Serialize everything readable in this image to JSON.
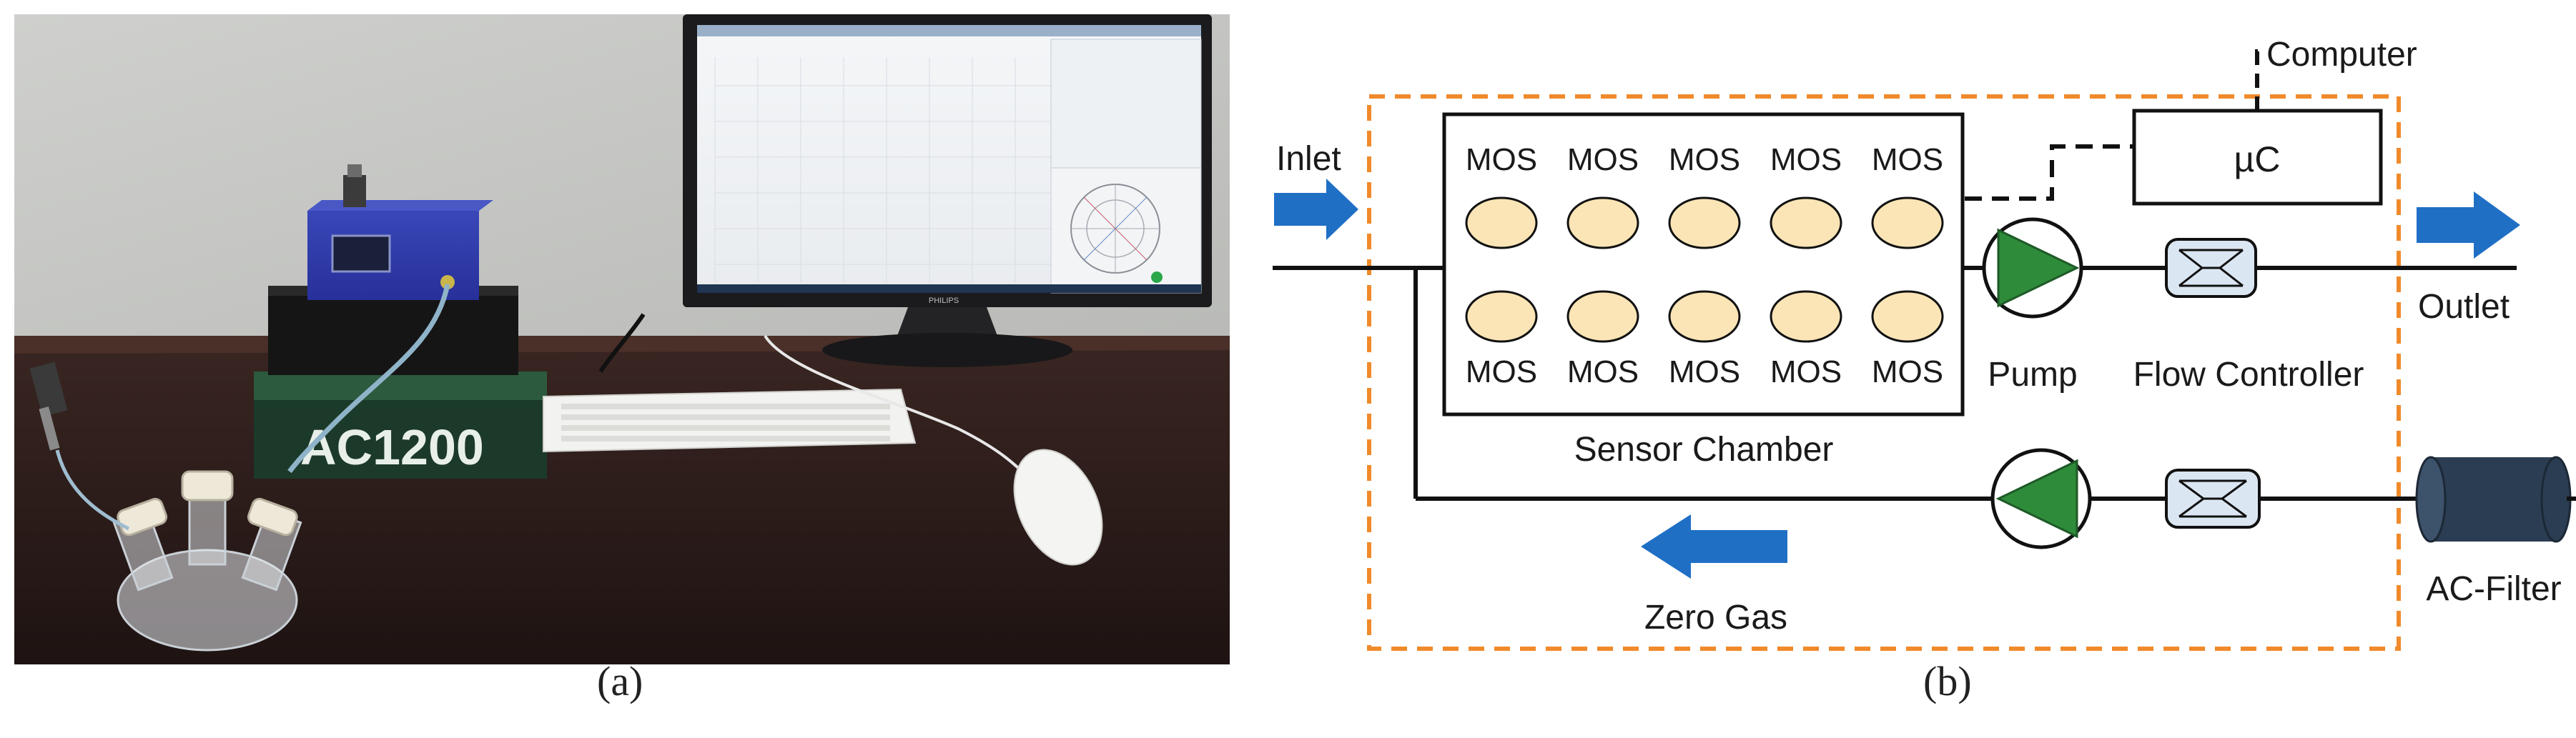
{
  "panel_a": {
    "caption": "(a)",
    "router_label": "AC1200",
    "monitor_brand": "PHILIPS"
  },
  "panel_b": {
    "caption": "(b)",
    "computer_label": "Computer",
    "microcontroller_label": "µC",
    "inlet_label": "Inlet",
    "outlet_label": "Outlet",
    "pump_label": "Pump",
    "flow_controller_label": "Flow Controller",
    "sensor_chamber_label": "Sensor Chamber",
    "zero_gas_label": "Zero Gas",
    "filter_label": "AC-Filter",
    "sensor_label": "MOS",
    "sensor_rows": [
      [
        "MOS",
        "MOS",
        "MOS",
        "MOS",
        "MOS"
      ],
      [
        "MOS",
        "MOS",
        "MOS",
        "MOS",
        "MOS"
      ]
    ],
    "colors": {
      "arrow_blue": "#1f6fc5",
      "pump_green": "#2e8b3a",
      "boundary_orange": "#f08a2b",
      "sensor_fill": "#fbe5b6",
      "flow_ctrl_fill": "#dbe6f3",
      "filter_fill": "#2b3d52"
    }
  }
}
